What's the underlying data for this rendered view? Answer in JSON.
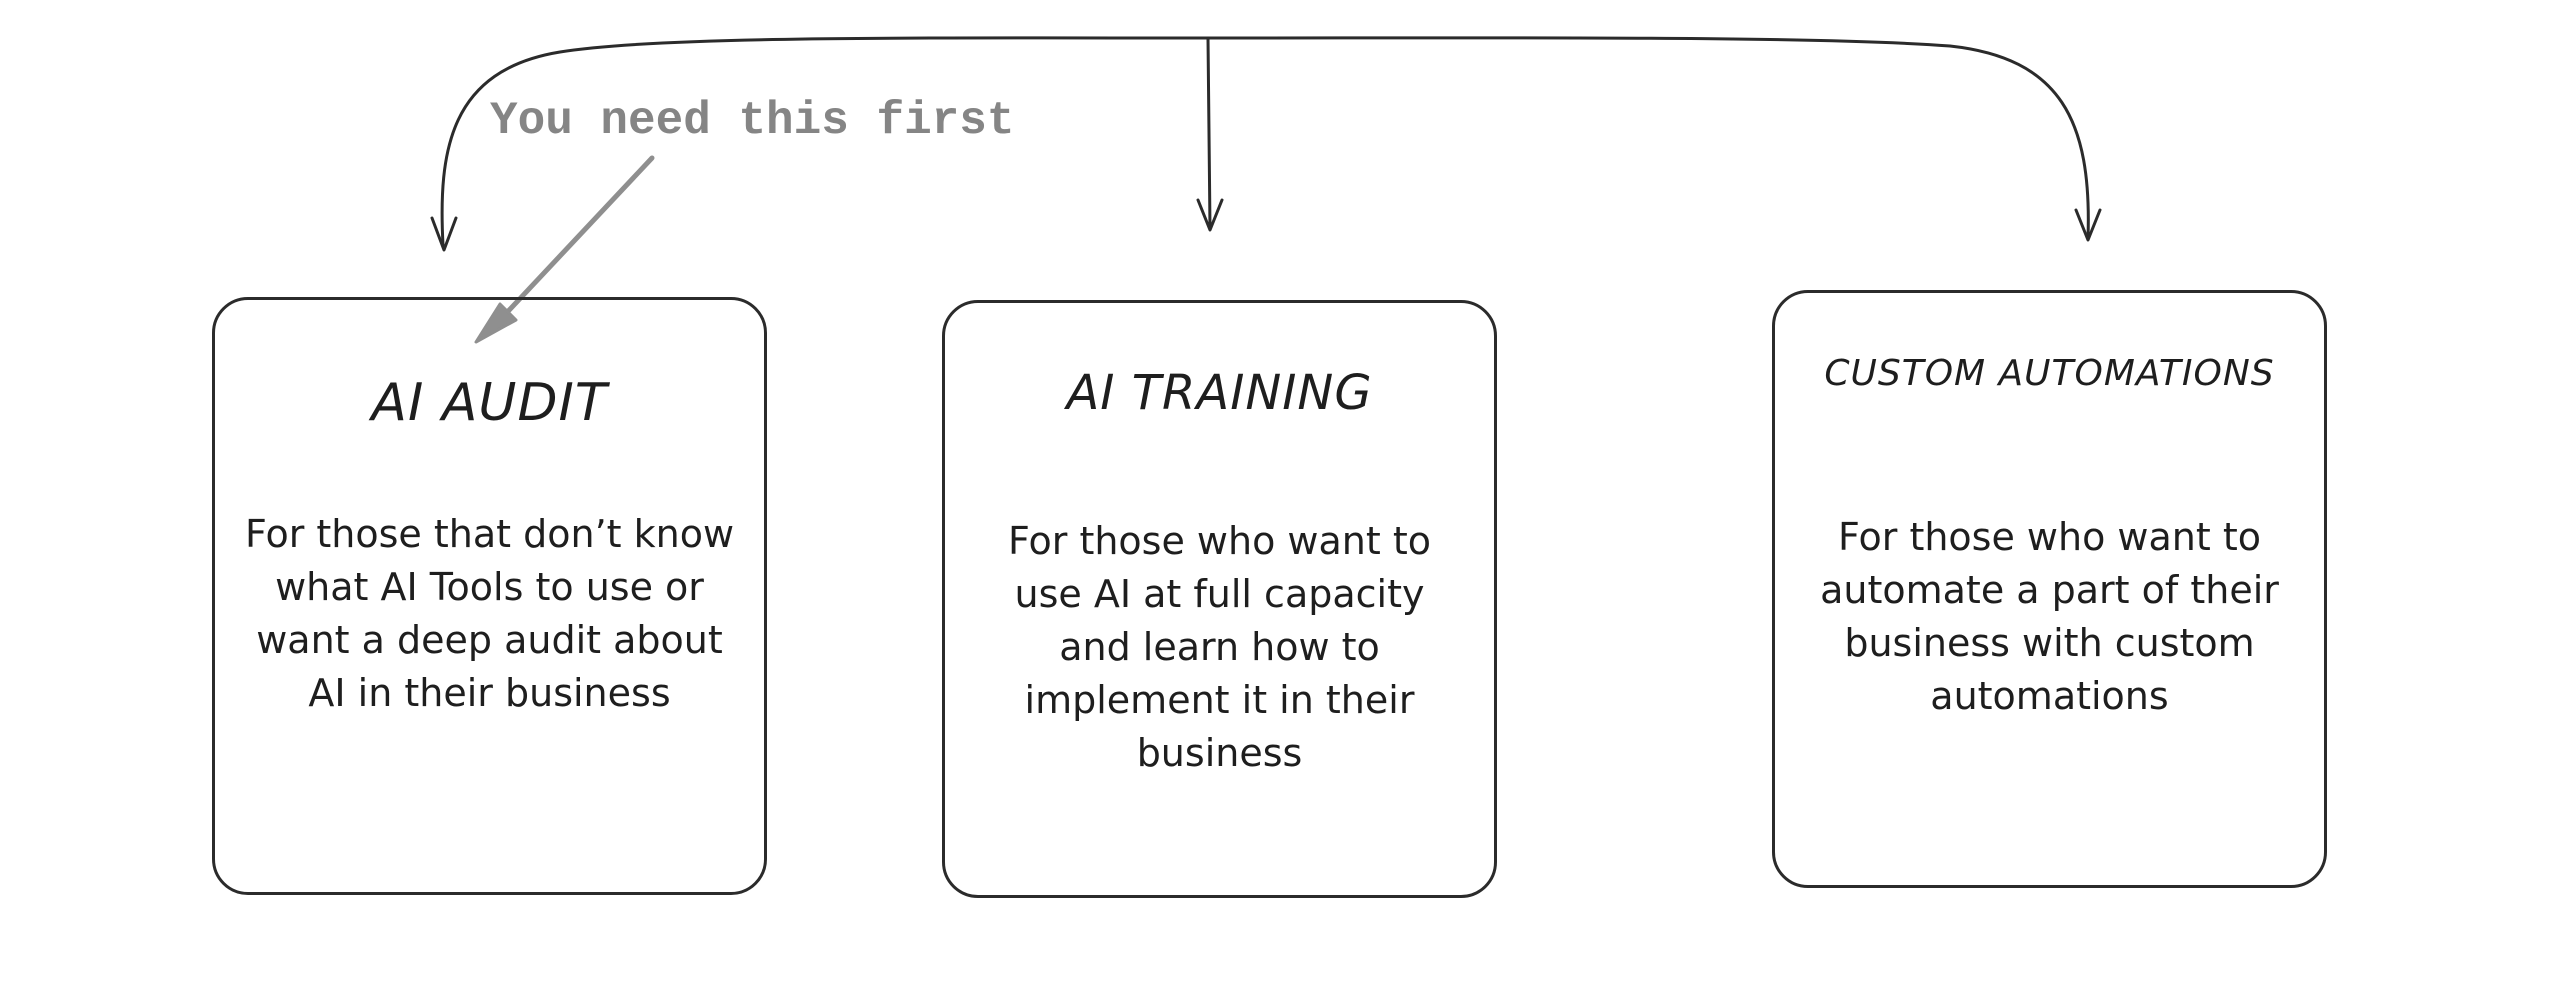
{
  "note": {
    "text": "You need this first",
    "color": "#858585"
  },
  "colors": {
    "stroke": "#2b2b2b",
    "note_arrow": "#8f8f8f",
    "text": "#1e1e1e",
    "background": "#ffffff"
  },
  "cards": [
    {
      "title": "AI AUDIT",
      "description": "For those that don’t know what AI Tools to use or want a deep audit about AI in their business"
    },
    {
      "title": "AI TRAINING",
      "description": "For those who want to use AI at full capacity and learn how to implement it in their business"
    },
    {
      "title": "CUSTOM AUTOMATIONS",
      "description": "For those who want to automate a part of their business with custom automations"
    }
  ]
}
